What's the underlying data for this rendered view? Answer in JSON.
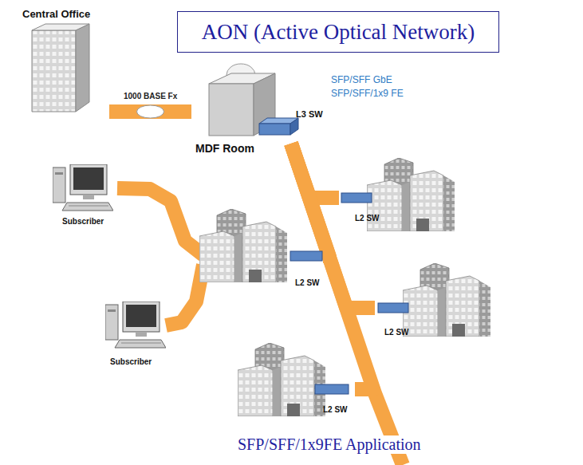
{
  "diagram": {
    "title": "AON (Active Optical Network)",
    "caption": "SFP/SFF/1x9FE Application",
    "nodes": [
      {
        "text": [
          "Central Office"
        ]
      },
      {
        "text": [
          "MDF Room"
        ]
      },
      {
        "text": [
          "L3 SW"
        ]
      },
      {
        "text": [
          "L2 SW"
        ]
      },
      {
        "text": [
          "Subscriber"
        ]
      },
      {
        "text": [
          "L2 SW"
        ]
      },
      {
        "text": [
          "L2 SW"
        ]
      },
      {
        "text": [
          "Subscriber"
        ]
      },
      {
        "text": [
          "L2 SW"
        ]
      }
    ],
    "edges": [
      {
        "from": 0,
        "to": 1,
        "label": "1000 BASE Fx",
        "arrow": "none"
      },
      {
        "from": 2,
        "to": 3,
        "arrow": "none"
      },
      {
        "from": 2,
        "to": 5,
        "arrow": "none"
      },
      {
        "from": 2,
        "to": 6,
        "arrow": "none"
      },
      {
        "from": 2,
        "to": 8,
        "arrow": "none"
      },
      {
        "from": 5,
        "to": 4,
        "arrow": "none"
      },
      {
        "from": 5,
        "to": 7,
        "arrow": "none"
      }
    ],
    "labels": [
      "SFP/SFF GbE",
      "SFP/SFF/1x9 FE"
    ]
  }
}
